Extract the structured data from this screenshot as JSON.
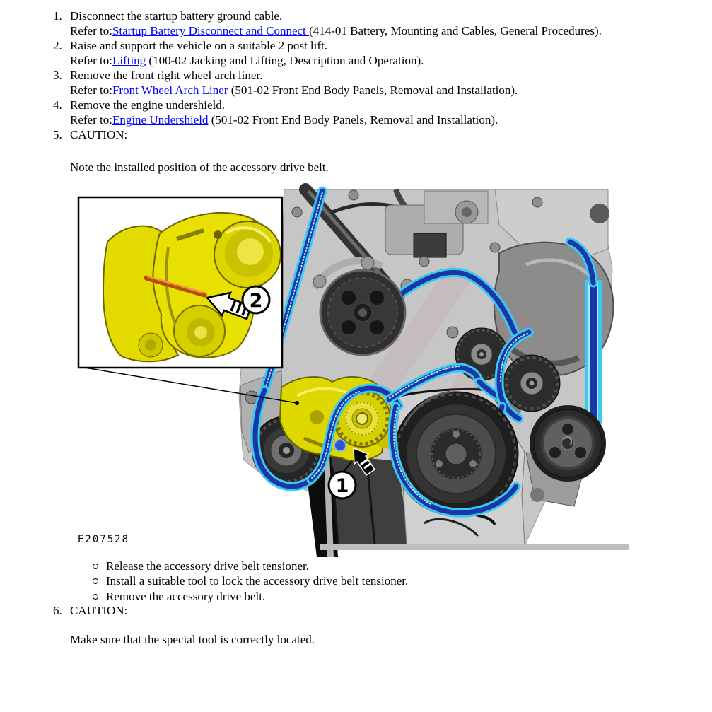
{
  "steps": [
    {
      "num": "1.",
      "text": "Disconnect the startup battery ground cable.",
      "refer_prefix": "Refer to:",
      "link": "Startup Battery Disconnect and Connect ",
      "refer_suffix": "(414-01 Battery, Mounting and Cables, General Procedures)."
    },
    {
      "num": "2.",
      "text": "Raise and support the vehicle on a suitable 2 post lift.",
      "refer_prefix": "Refer to:",
      "link": "Lifting",
      "refer_suffix": " (100-02 Jacking and Lifting, Description and Operation)."
    },
    {
      "num": "3.",
      "text": "Remove the front right wheel arch liner.",
      "refer_prefix": "Refer to:",
      "link": "Front Wheel Arch Liner",
      "refer_suffix": " (501-02 Front End Body Panels, Removal and Installation)."
    },
    {
      "num": "4.",
      "text": "Remove the engine undershield.",
      "refer_prefix": "Refer to:",
      "link": "Engine Undershield",
      "refer_suffix": " (501-02 Front End Body Panels, Removal and Installation)."
    },
    {
      "num": "5.",
      "text": "CAUTION:",
      "note": "Note the installed position of the accessory drive belt."
    }
  ],
  "substeps": [
    "Release the accessory drive belt tensioner.",
    "Install a suitable tool to lock the accessory drive belt tensioner.",
    "Remove the accessory drive belt."
  ],
  "step6": {
    "num": "6.",
    "text": "CAUTION:",
    "note": "Make sure that the special tool is correctly located."
  },
  "figure": {
    "id_label": "E207528",
    "callout_1": "1",
    "callout_2": "2",
    "colors": {
      "link_blue": "#0000ff",
      "belt_highlight_cyan": "#3cc8f0",
      "belt_core_blue": "#1838a8",
      "tensioner_yellow": "#e6de00",
      "locking_pin_orange": "#c85a10",
      "engine_gray": "#c6c6c6"
    }
  }
}
